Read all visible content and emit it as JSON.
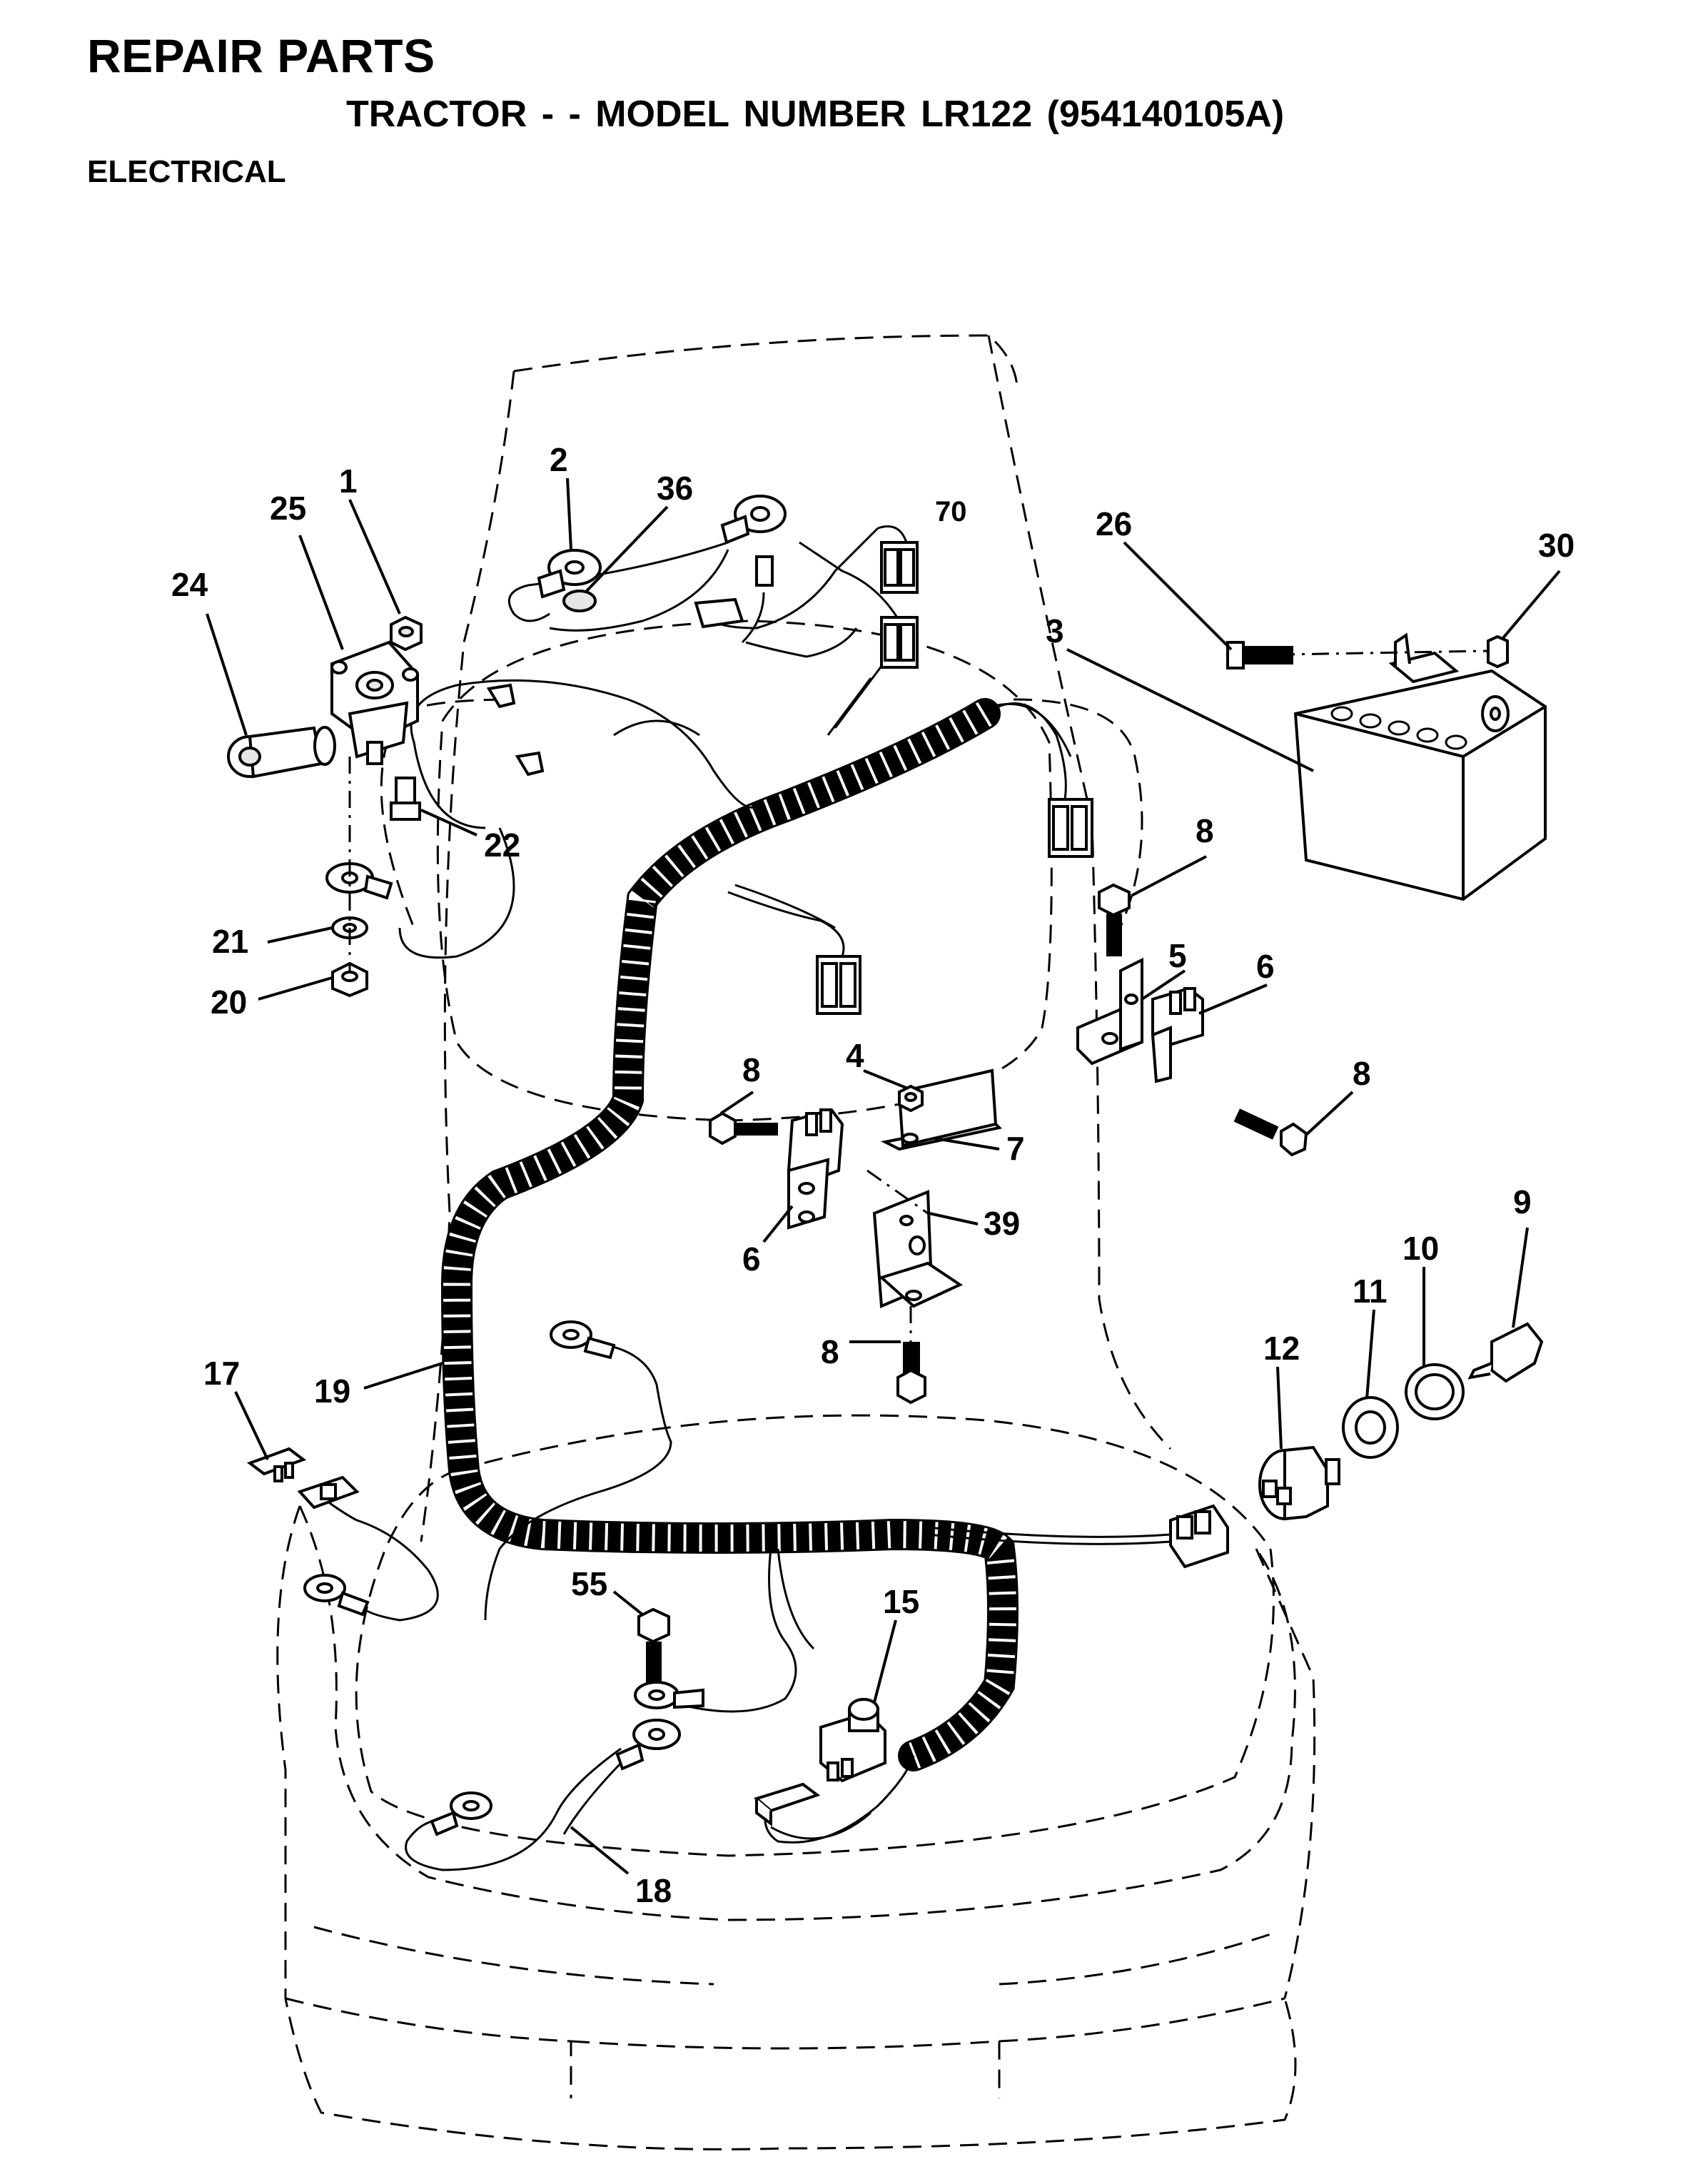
{
  "header": {
    "title": "REPAIR PARTS",
    "subtitle": "TRACTOR - - MODEL NUMBER LR122 (954140105A)",
    "section": "ELECTRICAL"
  },
  "callouts": {
    "c1": "1",
    "c2": "2",
    "c36": "36",
    "c70": "70",
    "c26": "26",
    "c30": "30",
    "c25": "25",
    "c24": "24",
    "c3": "3",
    "c22": "22",
    "c8a": "8",
    "c21": "21",
    "c5": "5",
    "c6a": "6",
    "c20": "20",
    "c8b": "8",
    "c4": "4",
    "c8c": "8",
    "c7": "7",
    "c39": "39",
    "c6b": "6",
    "c9": "9",
    "c10": "10",
    "c11": "11",
    "c12": "12",
    "c17": "17",
    "c19": "19",
    "c8d": "8",
    "c55": "55",
    "c15": "15",
    "c18": "18"
  }
}
